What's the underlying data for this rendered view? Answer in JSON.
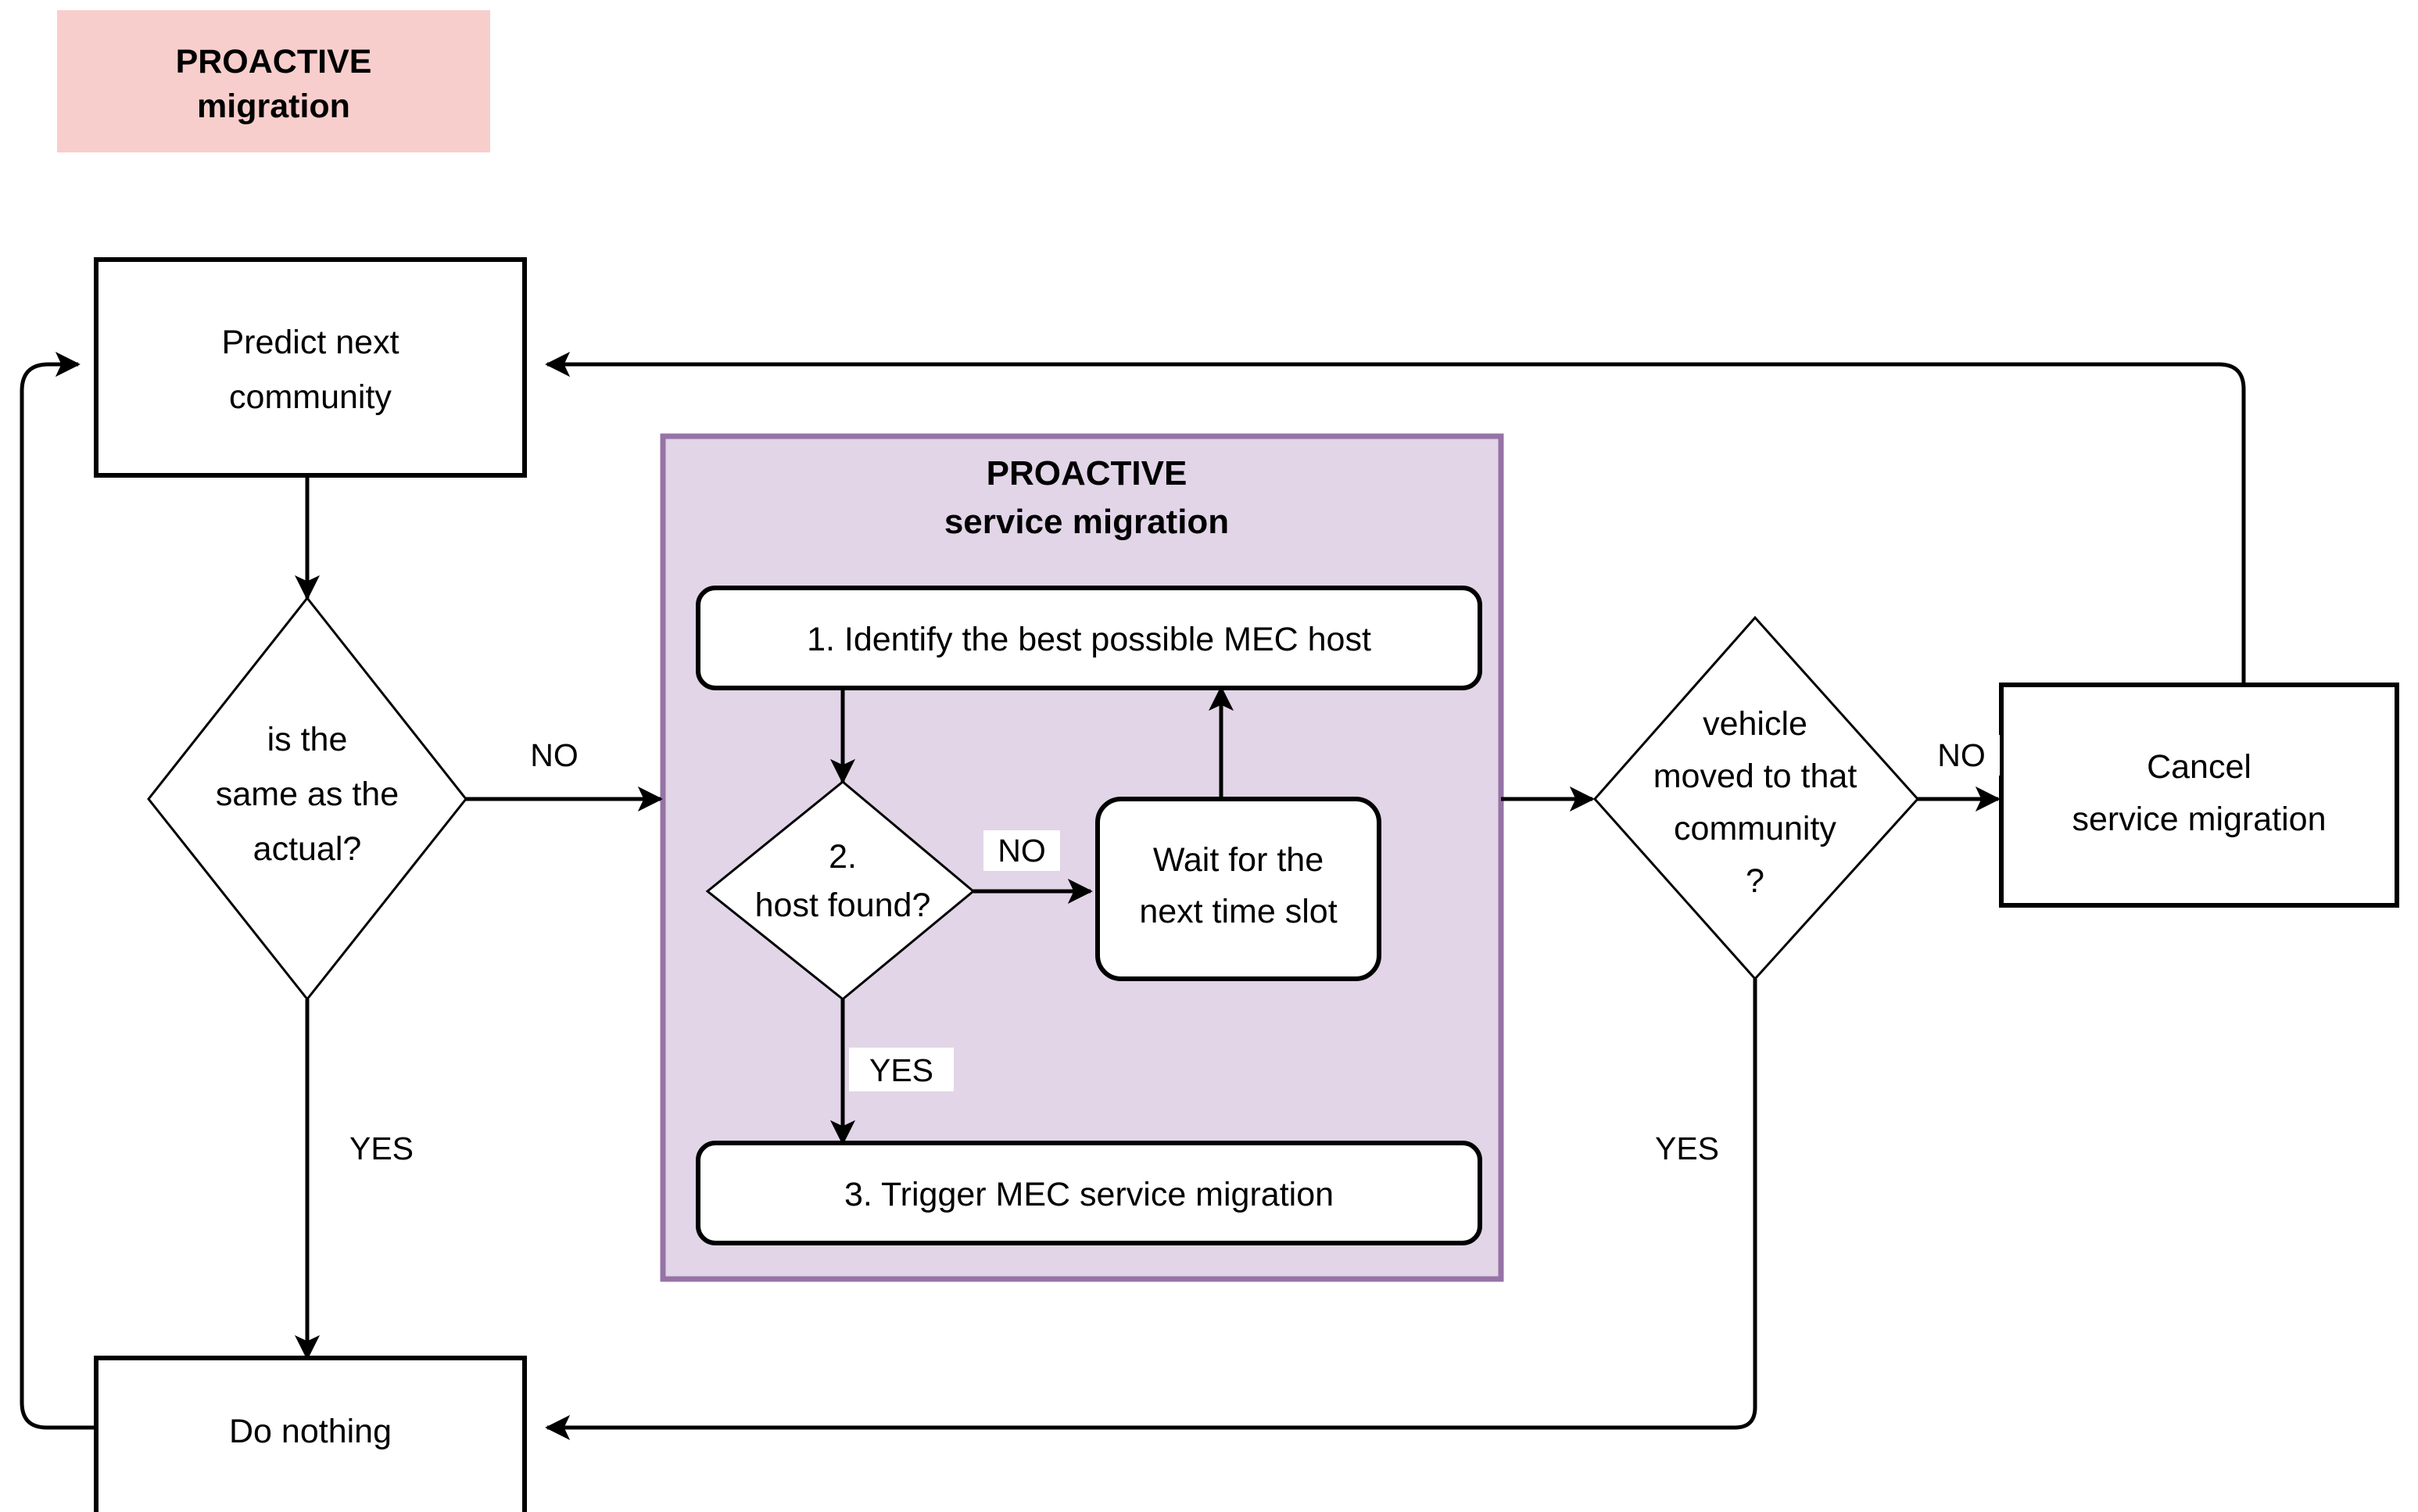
{
  "diagram": {
    "title_badge": {
      "line1": "PROACTIVE",
      "line2": "migration",
      "color": "#f8cecc"
    },
    "panel": {
      "header_line1": "PROACTIVE",
      "header_line2": "service migration",
      "fill": "#e1d5e7",
      "border": "#9673a6"
    },
    "nodes": {
      "predict": {
        "line1": "Predict next",
        "line2": "community"
      },
      "decision_same": {
        "line1": "is the",
        "line2": "same as the",
        "line3": "actual?"
      },
      "do_nothing": {
        "line1": "Do nothing"
      },
      "step1": {
        "line1": "1. Identify the best possible MEC host"
      },
      "decision_host": {
        "line1": "2.",
        "line2": "host found?"
      },
      "wait": {
        "line1": "Wait for the",
        "line2": "next time slot"
      },
      "step3": {
        "line1": "3. Trigger MEC service migration"
      },
      "decision_vehicle": {
        "line1": "vehicle",
        "line2": "moved to that",
        "line3": "community",
        "line4": "?"
      },
      "cancel": {
        "line1": "Cancel",
        "line2": "service migration"
      }
    },
    "edge_labels": {
      "same_no": "NO",
      "same_yes": "YES",
      "host_no": "NO",
      "host_yes": "YES",
      "vehicle_no": "NO",
      "vehicle_yes": "YES"
    }
  },
  "chart_data": {
    "type": "diagram",
    "title": "PROACTIVE migration",
    "nodes": [
      {
        "id": "predict",
        "shape": "rectangle",
        "label": "Predict next community"
      },
      {
        "id": "decision_same",
        "shape": "diamond",
        "label": "is the same as the actual?"
      },
      {
        "id": "do_nothing",
        "shape": "rectangle",
        "label": "Do nothing"
      },
      {
        "id": "step1",
        "shape": "rounded-rectangle",
        "label": "1. Identify the best possible MEC host"
      },
      {
        "id": "decision_host",
        "shape": "diamond",
        "label": "2. host found?"
      },
      {
        "id": "wait",
        "shape": "rounded-rectangle",
        "label": "Wait for the next time slot"
      },
      {
        "id": "step3",
        "shape": "rounded-rectangle",
        "label": "3. Trigger MEC service migration"
      },
      {
        "id": "decision_vehicle",
        "shape": "diamond",
        "label": "vehicle moved to that community ?"
      },
      {
        "id": "cancel",
        "shape": "rectangle",
        "label": "Cancel service migration"
      }
    ],
    "edges": [
      {
        "from": "predict",
        "to": "decision_same",
        "label": ""
      },
      {
        "from": "decision_same",
        "to": "step1",
        "label": "NO"
      },
      {
        "from": "decision_same",
        "to": "do_nothing",
        "label": "YES"
      },
      {
        "from": "step1",
        "to": "decision_host",
        "label": ""
      },
      {
        "from": "decision_host",
        "to": "wait",
        "label": "NO"
      },
      {
        "from": "wait",
        "to": "step1",
        "label": ""
      },
      {
        "from": "decision_host",
        "to": "step3",
        "label": "YES"
      },
      {
        "from": "step3",
        "to": "decision_vehicle",
        "label": ""
      },
      {
        "from": "decision_vehicle",
        "to": "cancel",
        "label": "NO"
      },
      {
        "from": "decision_vehicle",
        "to": "do_nothing",
        "label": "YES"
      },
      {
        "from": "cancel",
        "to": "predict",
        "label": ""
      },
      {
        "from": "do_nothing",
        "to": "predict",
        "label": ""
      }
    ],
    "groups": [
      {
        "id": "panel",
        "label": "PROACTIVE service migration",
        "contains": [
          "step1",
          "decision_host",
          "wait",
          "step3"
        ]
      }
    ]
  }
}
